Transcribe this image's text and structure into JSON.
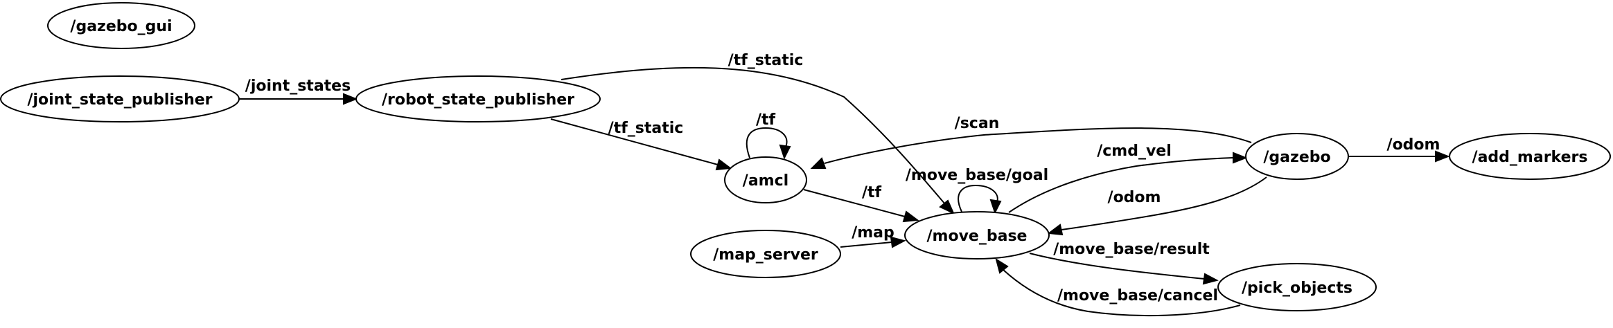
{
  "graph": {
    "nodes": {
      "gazebo_gui": "/gazebo_gui",
      "joint_state_publisher": "/joint_state_publisher",
      "robot_state_publisher": "/robot_state_publisher",
      "amcl": "/amcl",
      "move_base": "/move_base",
      "map_server": "/map_server",
      "gazebo": "/gazebo",
      "add_markers": "/add_markers",
      "pick_objects": "/pick_objects"
    },
    "edges": {
      "joint_states": "/joint_states",
      "tf_static_1": "/tf_static",
      "tf_static_2": "/tf_static",
      "tf_amcl_self": "/tf",
      "tf_amcl_move_base": "/tf",
      "scan": "/scan",
      "cmd_vel": "/cmd_vel",
      "odom_gazebo_move_base": "/odom",
      "odom_gazebo_add_markers": "/odom",
      "move_base_goal": "/move_base/goal",
      "map": "/map",
      "move_base_result": "/move_base/result",
      "move_base_cancel": "/move_base/cancel"
    }
  }
}
